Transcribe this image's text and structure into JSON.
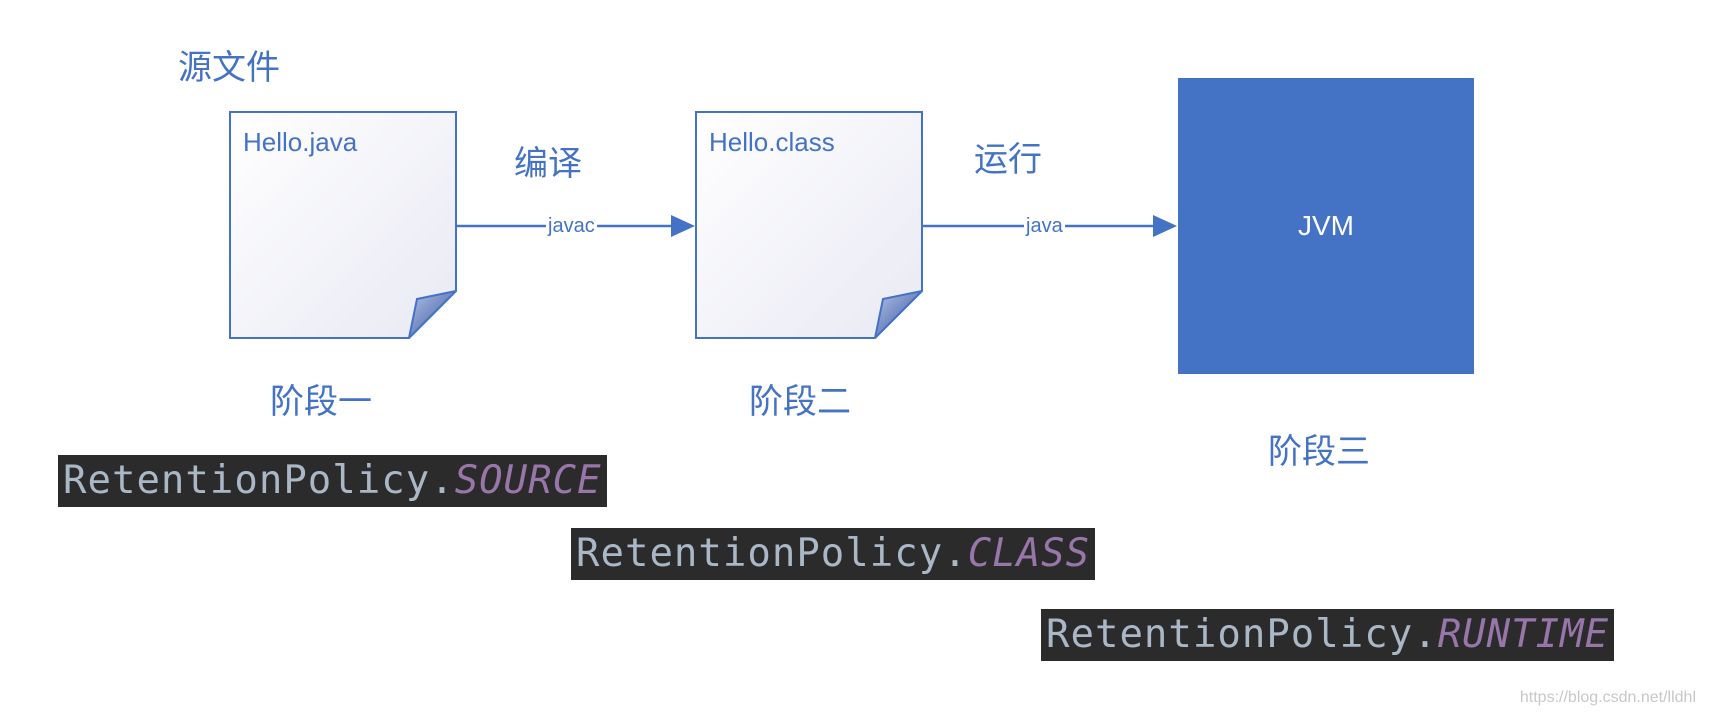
{
  "labels": {
    "source_file": "源文件",
    "compile": "编译",
    "run": "运行",
    "stage1": "阶段一",
    "stage2": "阶段二",
    "stage3": "阶段三"
  },
  "docs": {
    "doc1": "Hello.java",
    "doc2": "Hello.class"
  },
  "arrows": {
    "arrow1": "javac",
    "arrow2": "java"
  },
  "jvm": "JVM",
  "code": {
    "prefix": "RetentionPolicy.",
    "source": "SOURCE",
    "class": "CLASS",
    "runtime": "RUNTIME"
  },
  "watermark": "https://blog.csdn.net/lldhl",
  "colors": {
    "accent": "#4472c4",
    "code_bg": "#2b2b2b",
    "code_text": "#a9b7c6",
    "code_const": "#9876aa"
  }
}
